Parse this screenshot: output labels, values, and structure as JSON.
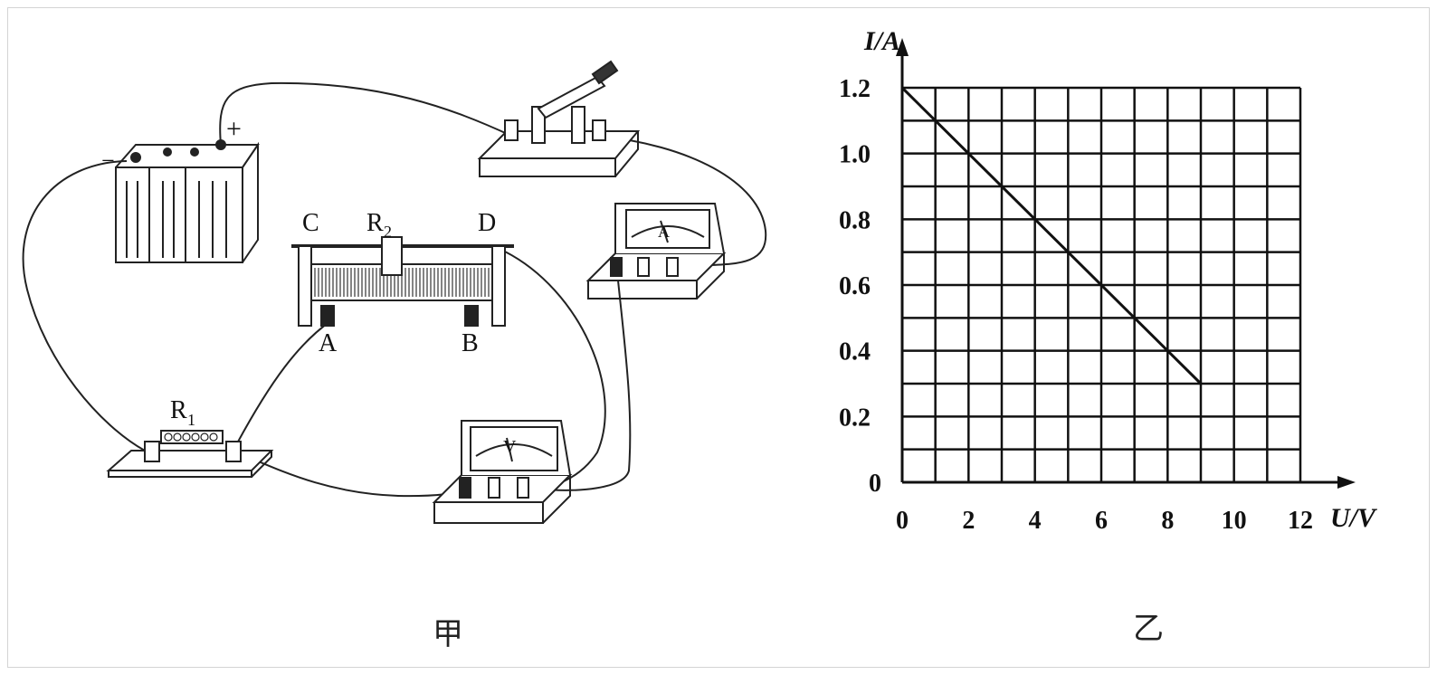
{
  "circuit": {
    "battery_minus": "−",
    "battery_plus": "+",
    "rheostat_label": "R",
    "rheostat_sub": "2",
    "terminal_c": "C",
    "terminal_d": "D",
    "terminal_a": "A",
    "terminal_b": "B",
    "resistor_label": "R",
    "resistor_sub": "1",
    "ammeter_symbol": "A",
    "voltmeter_symbol": "V",
    "caption": "甲"
  },
  "graph": {
    "caption": "乙"
  },
  "chart_data": {
    "type": "line",
    "ylabel": "I/A",
    "xlabel": "U/V",
    "x_ticks": [
      "0",
      "2",
      "4",
      "6",
      "8",
      "10",
      "12"
    ],
    "y_ticks": [
      "0",
      "0.2",
      "0.4",
      "0.6",
      "0.8",
      "1.0",
      "1.2"
    ],
    "xlim": [
      0,
      12
    ],
    "ylim": [
      0,
      1.2
    ],
    "grid": true,
    "series": [
      {
        "x": [
          0,
          9
        ],
        "y": [
          1.2,
          0.3
        ]
      }
    ]
  }
}
